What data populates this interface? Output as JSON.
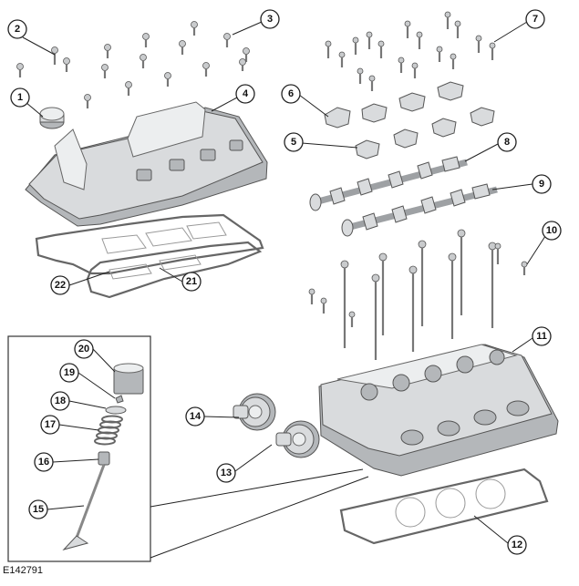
{
  "figure": {
    "reference_code": "E142791"
  },
  "callouts": [
    {
      "id": "c1",
      "label": "1"
    },
    {
      "id": "c2",
      "label": "2"
    },
    {
      "id": "c3",
      "label": "3"
    },
    {
      "id": "c4",
      "label": "4"
    },
    {
      "id": "c5",
      "label": "5"
    },
    {
      "id": "c6",
      "label": "6"
    },
    {
      "id": "c7",
      "label": "7"
    },
    {
      "id": "c8",
      "label": "8"
    },
    {
      "id": "c9",
      "label": "9"
    },
    {
      "id": "c10",
      "label": "10"
    },
    {
      "id": "c11",
      "label": "11"
    },
    {
      "id": "c12",
      "label": "12"
    },
    {
      "id": "c13",
      "label": "13"
    },
    {
      "id": "c14",
      "label": "14"
    },
    {
      "id": "c15",
      "label": "15"
    },
    {
      "id": "c16",
      "label": "16"
    },
    {
      "id": "c17",
      "label": "17"
    },
    {
      "id": "c18",
      "label": "18"
    },
    {
      "id": "c19",
      "label": "19"
    },
    {
      "id": "c20",
      "label": "20"
    },
    {
      "id": "c21",
      "label": "21"
    },
    {
      "id": "c22",
      "label": "22"
    }
  ],
  "colors": {
    "part_fill": "#d9dbdd",
    "part_shadow": "#b4b7ba",
    "outline": "#555555",
    "callout_stroke": "#222222"
  }
}
